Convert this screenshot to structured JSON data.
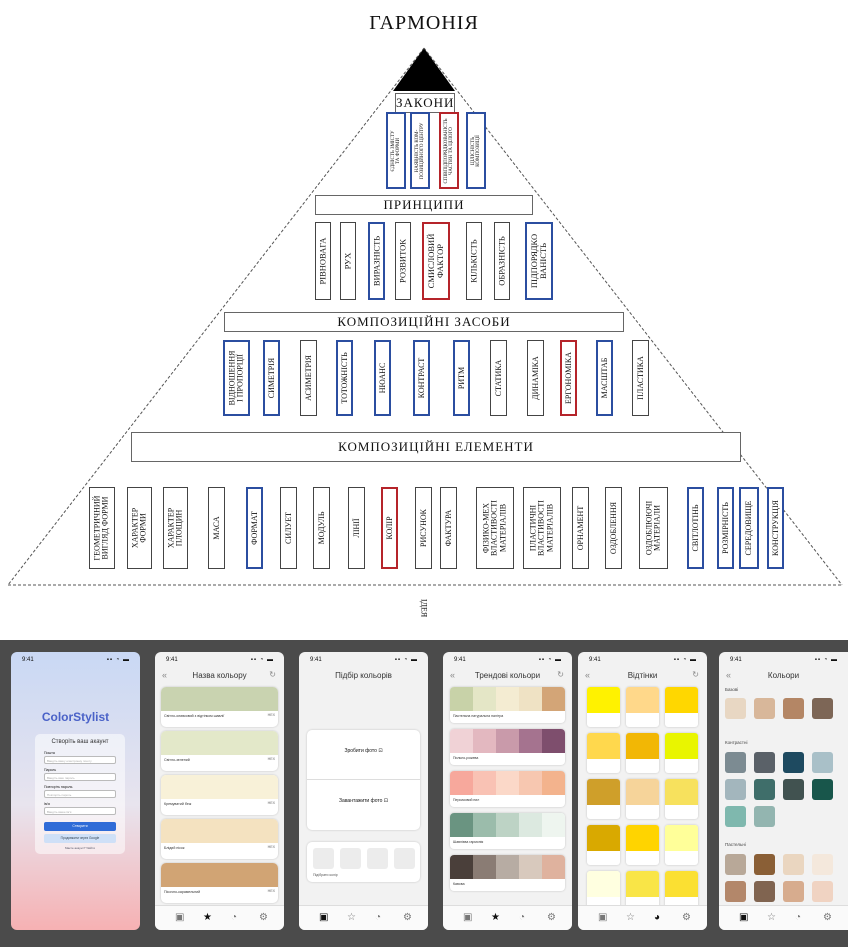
{
  "diagram": {
    "title": "ГАРМОНІЯ",
    "laws_label": "ЗАКОНИ",
    "laws": [
      {
        "text": "ЄДНІСТЬ ЗМІСТУ\nТА ФОРМИ",
        "color": "blue"
      },
      {
        "text": "НАЯВНІСТЬ КОМ-\nПОЗИЦІЙНОГО ЦЕНТРУ",
        "color": "blue"
      },
      {
        "text": "СПІВПІДПОРЯДКОВАНІСТЬ\nЧАСТИН ТА ЦІЛОГО",
        "color": "red"
      },
      {
        "text": "ЦІЛІСНІСТЬ\nКОМПОЗИЦІЇ",
        "color": "blue"
      }
    ],
    "principles_label": "ПРИНЦИПИ",
    "principles": [
      {
        "text": "РІВНОВАГА",
        "color": "none"
      },
      {
        "text": "РУХ",
        "color": "none"
      },
      {
        "text": "ВИРАЗНІСТЬ",
        "color": "blue"
      },
      {
        "text": "РОЗВИТОК",
        "color": "none"
      },
      {
        "text": "СМИСЛОВИЙ\nФАКТОР",
        "color": "red"
      },
      {
        "text": "КІЛЬКІСТЬ",
        "color": "none"
      },
      {
        "text": "ОБРАЗНІСТЬ",
        "color": "none"
      },
      {
        "text": "ПІДПОРЯДКО\nВАНІСТЬ",
        "color": "blue"
      }
    ],
    "means_label": "КОМПОЗИЦІЙНІ ЗАСОБИ",
    "means": [
      {
        "text": "ВІДНОШЕННЯ\nІ ПРОПОРЦІЇ",
        "color": "blue"
      },
      {
        "text": "СИМЕТРІЯ",
        "color": "blue"
      },
      {
        "text": "АСИМЕТРІЯ",
        "color": "none"
      },
      {
        "text": "ТОТОЖНІСТЬ",
        "color": "blue"
      },
      {
        "text": "НЮАНС",
        "color": "blue"
      },
      {
        "text": "КОНТРАСТ",
        "color": "blue"
      },
      {
        "text": "РИТМ",
        "color": "blue"
      },
      {
        "text": "СТАТИКА",
        "color": "none"
      },
      {
        "text": "ДИНАМІКА",
        "color": "none"
      },
      {
        "text": "ЕРГОНОМІКА",
        "color": "red"
      },
      {
        "text": "МАСШТАБ",
        "color": "blue"
      },
      {
        "text": "ПЛАСТИКА",
        "color": "none"
      }
    ],
    "elements_label": "КОМПОЗИЦІЙНІ ЕЛЕМЕНТИ",
    "elements": [
      {
        "text": "ГЕОМЕТРИЧНИЙ\nВИГЛЯД ФОРМИ",
        "color": "none"
      },
      {
        "text": "ХАРАКТЕР\nФОРМИ",
        "color": "none"
      },
      {
        "text": "ХАРАКТЕР\nПЛОЩИН",
        "color": "none"
      },
      {
        "text": "МАСА",
        "color": "none"
      },
      {
        "text": "ФОРМАТ",
        "color": "blue"
      },
      {
        "text": "СИЛУЕТ",
        "color": "none"
      },
      {
        "text": "МОДУЛЬ",
        "color": "none"
      },
      {
        "text": "ЛІНІЇ",
        "color": "none"
      },
      {
        "text": "КОЛІР",
        "color": "red"
      },
      {
        "text": "РИСУНОК",
        "color": "none"
      },
      {
        "text": "ФАКТУРА",
        "color": "none"
      },
      {
        "text": "ФІЗИКО-МЕХ\nВЛАСТИВОСТІ\nМАТЕРІАЛІВ",
        "color": "none"
      },
      {
        "text": "ПЛАСТИЧНІ\nВЛАСТИВОСТІ\nМАТЕРІАЛІВ",
        "color": "none"
      },
      {
        "text": "ОРНАМЕНТ",
        "color": "none"
      },
      {
        "text": "ОЗДОБЛЕННЯ",
        "color": "none"
      },
      {
        "text": "ОЗДОБЛЮЮЧІ\nМАТЕРІАЛИ",
        "color": "none"
      },
      {
        "text": "СВІТЛОТІНЬ",
        "color": "blue"
      },
      {
        "text": "РОЗМІРНІСТЬ",
        "color": "blue"
      },
      {
        "text": "СЕРЕДОВИЩЕ",
        "color": "blue"
      },
      {
        "text": "КОНСТРУКЦІЯ",
        "color": "blue"
      }
    ],
    "footnote": "ІДЕЯ",
    "colors": {
      "blue": "#2b4ea0",
      "red": "#b5242a",
      "apex": "#000000"
    }
  },
  "phones": {
    "time": "9:41",
    "status_icons": "▪▪ ◔ ▬",
    "login": {
      "brand": "ColorStylist",
      "heading": "Створіть ваш акаунт",
      "email_label": "Пошта",
      "email_placeholder": "Введіть вашу електронну пошту",
      "password_label": "Пароль",
      "password_placeholder": "Введіть ваш пароль",
      "repeat_label": "Повторіть пароль",
      "repeat_placeholder": "Повторіть пароль",
      "name_label": "Ім'я",
      "name_placeholder": "Введіть ваше ім'я",
      "create_button": "Створити",
      "google_button": "Продовжити через Google",
      "signin_text": "Маєте акаунт? Увійти"
    },
    "names": {
      "title": "Назва кольору",
      "cards": [
        {
          "label": "Світло-оливковий з відтінком шавлії",
          "hex": "HEX",
          "color": "#c9d3b0"
        },
        {
          "label": "Світло-зелений",
          "hex": "HEX",
          "color": "#e3e8c9"
        },
        {
          "label": "Кремуватий беж",
          "hex": "HEX",
          "color": "#f8f1d8"
        },
        {
          "label": "Блідий пісок",
          "hex": "HEX",
          "color": "#f4e2c0"
        },
        {
          "label": "Пісочно-карамельний",
          "hex": "HEX",
          "color": "#d1a474"
        }
      ]
    },
    "picker": {
      "title": "Підбір кольорів",
      "option1": "Зробити фото",
      "option2": "Завантажити фото",
      "hint": "Підібрати колір"
    },
    "trends": {
      "title": "Трендові кольори",
      "palettes": [
        {
          "label": "Пастельна натуральна палітра",
          "colors": [
            "#c8d2a8",
            "#e4e6c6",
            "#f4ecd2",
            "#efe2c4",
            "#d3a577"
          ]
        },
        {
          "label": "Пильно-рожева",
          "colors": [
            "#f0d2d6",
            "#e3b8c0",
            "#c99aaa",
            "#a5738f",
            "#7e4e6d"
          ]
        },
        {
          "label": "Персиковий пил",
          "colors": [
            "#f7a89c",
            "#f9c2b4",
            "#fbd8c8",
            "#f7c7b0",
            "#f3b38d"
          ]
        },
        {
          "label": "Шавлієва гармонія",
          "colors": [
            "#6a9481",
            "#9bbcab",
            "#bdd3c5",
            "#dce9e0",
            "#eef5ef"
          ]
        },
        {
          "label": "Кавова",
          "colors": [
            "#4a3f3a",
            "#8a7c74",
            "#b7aca3",
            "#d8c9bd",
            "#dfb29e"
          ]
        }
      ]
    },
    "shades": {
      "title": "Відтінки",
      "colors": [
        "#fff200",
        "#ffd88a",
        "#ffd700",
        "#ffd84d",
        "#f2b705",
        "#e9f500",
        "#cf9f2a",
        "#f6d49a",
        "#f7e15d",
        "#d9a900",
        "#ffd400",
        "#ffff99",
        "#ffffe0",
        "#f9e547",
        "#fbe032"
      ]
    },
    "palettes": {
      "title": "Кольори",
      "group1": "Базові",
      "group1_colors": [
        "#e8d7c3",
        "#d8b79a",
        "#b48665",
        "#7d6656"
      ],
      "group2": "Контрастні",
      "group2_colors": [
        "#7c8b92",
        "#5a6168",
        "#1e4a60",
        "#a9c0c8",
        "#a3b6bd",
        "#3f6e6a",
        "#415250",
        "#18564b",
        "#7fb8ae",
        "#93b5b0"
      ],
      "group3": "Пастельні",
      "group3_colors": [
        "#b8a898",
        "#8a5f36",
        "#ead6c0",
        "#f4e8dc",
        "#b3876a",
        "#806450",
        "#d7ac8e",
        "#f0d3c2"
      ]
    }
  }
}
